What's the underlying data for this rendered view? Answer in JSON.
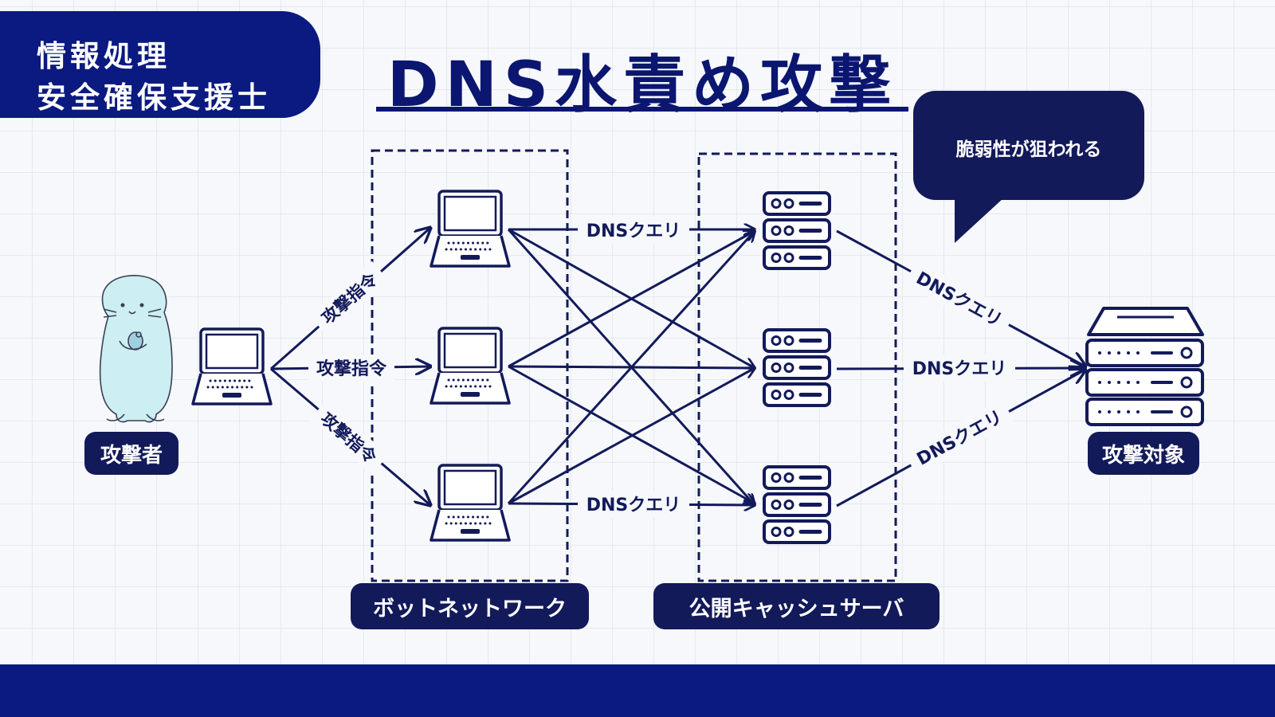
{
  "header": {
    "badge_line1": "情報処理",
    "badge_line2": "安全確保支援士",
    "title": "DNS水責め攻撃"
  },
  "bubble": {
    "text": "脆弱性が狙われる"
  },
  "nodes": {
    "attacker": "攻撃者",
    "target": "攻撃対象",
    "botnet": "ボットネットワーク",
    "cache_servers": "公開キャッシュサーバ"
  },
  "edges": {
    "command_top": "攻撃指令",
    "command_mid": "攻撃指令",
    "command_bottom": "攻撃指令",
    "query_bot_top": "DNSクエリ",
    "query_bot_bottom": "DNSクエリ",
    "query_srv_top": "DNSクエリ",
    "query_srv_mid": "DNSクエリ",
    "query_srv_bottom": "DNSクエリ"
  },
  "colors": {
    "primary": "#0b1a80",
    "dark": "#131a5a",
    "mascot": "#cdeef2",
    "background": "#f6f8fb"
  },
  "icons": [
    "seal-mascot-icon",
    "laptop-icon",
    "server-icon",
    "target-server-icon"
  ]
}
